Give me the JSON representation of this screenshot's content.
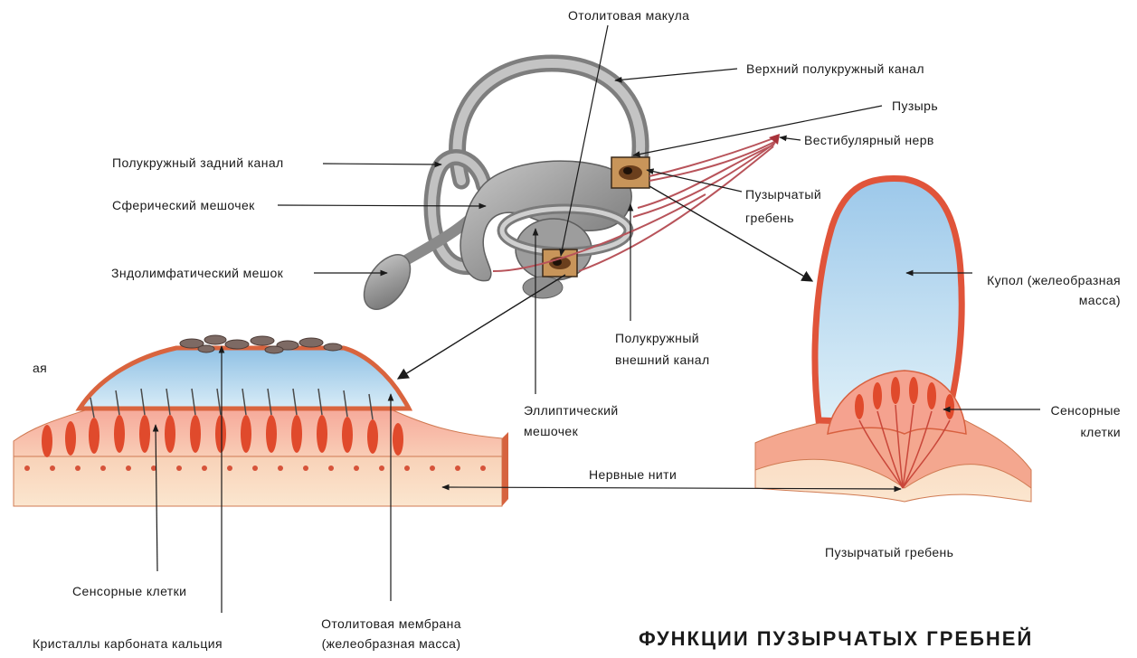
{
  "labels": {
    "otolith_macula": "Отолитовая макула",
    "superior_canal": "Верхний полукружный канал",
    "ampulla": "Пузырь",
    "vestibular_nerve": "Вестибулярный нерв",
    "posterior_canal": "Полукружный задний канал",
    "saccule": "Сферический мешочек",
    "crista_line1": "Пузырчатый",
    "crista_line2": "гребень",
    "endolymphatic_sac": "Зндолимфатический мешок",
    "cupula_line1": "Купол (желеобразная",
    "cupula_line2": "масса)",
    "lateral_canal_line1": "Полукружный",
    "lateral_canal_line2": "внешний канал",
    "left_edge_fragment": "ая",
    "utricle_line1": "Эллиптический",
    "utricle_line2": "мешочек",
    "sensory_cells_right_line1": "Сенсорные",
    "sensory_cells_right_line2": "клетки",
    "nerve_fibers": "Нервные нити",
    "crista_caption": "Пузырчатый гребень",
    "sensory_cells_left": "Сенсорные клетки",
    "otolithic_membrane_line1": "Отолитовая мембрана",
    "otolithic_membrane_line2": "(желеобразная масса)",
    "calcium_crystals": "Кристаллы карбоната кальция"
  },
  "heading": "ФУНКЦИИ ПУЗЫРЧАТЫХ ГРЕБНЕЙ"
}
